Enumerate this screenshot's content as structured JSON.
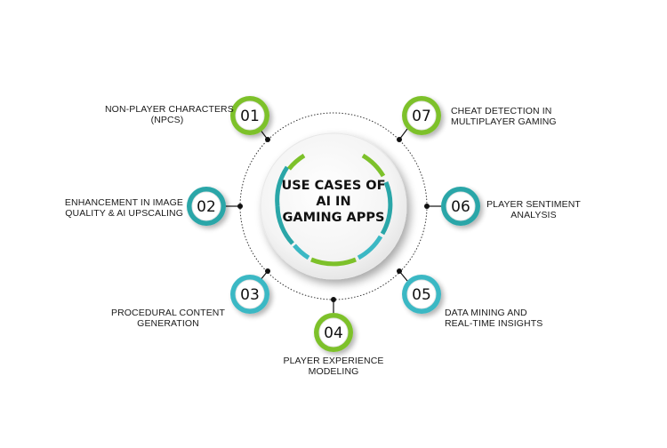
{
  "title": {
    "lines": [
      "USE CASES OF",
      "AI IN",
      "GAMING APPS"
    ]
  },
  "colors": {
    "green": "#7dc12a",
    "teal": "#2aa6a8",
    "text": "#1a1a1a",
    "background": "#ffffff"
  },
  "items": [
    {
      "number": "01",
      "lines": [
        "NON-PLAYER CHARACTERS",
        "(NPCS)"
      ],
      "color": "green"
    },
    {
      "number": "02",
      "lines": [
        "ENHANCEMENT IN IMAGE",
        "QUALITY & AI UPSCALING"
      ],
      "color": "teal"
    },
    {
      "number": "03",
      "lines": [
        "PROCEDURAL CONTENT",
        "GENERATION"
      ],
      "color": "teal"
    },
    {
      "number": "04",
      "lines": [
        "PLAYER EXPERIENCE",
        "MODELING"
      ],
      "color": "green"
    },
    {
      "number": "05",
      "lines": [
        "DATA MINING AND",
        "REAL-TIME INSIGHTS"
      ],
      "color": "teal"
    },
    {
      "number": "06",
      "lines": [
        "PLAYER SENTIMENT",
        "ANALYSIS"
      ],
      "color": "teal"
    },
    {
      "number": "07",
      "lines": [
        "CHEAT DETECTION IN",
        "MULTIPLAYER GAMING"
      ],
      "color": "green"
    }
  ]
}
